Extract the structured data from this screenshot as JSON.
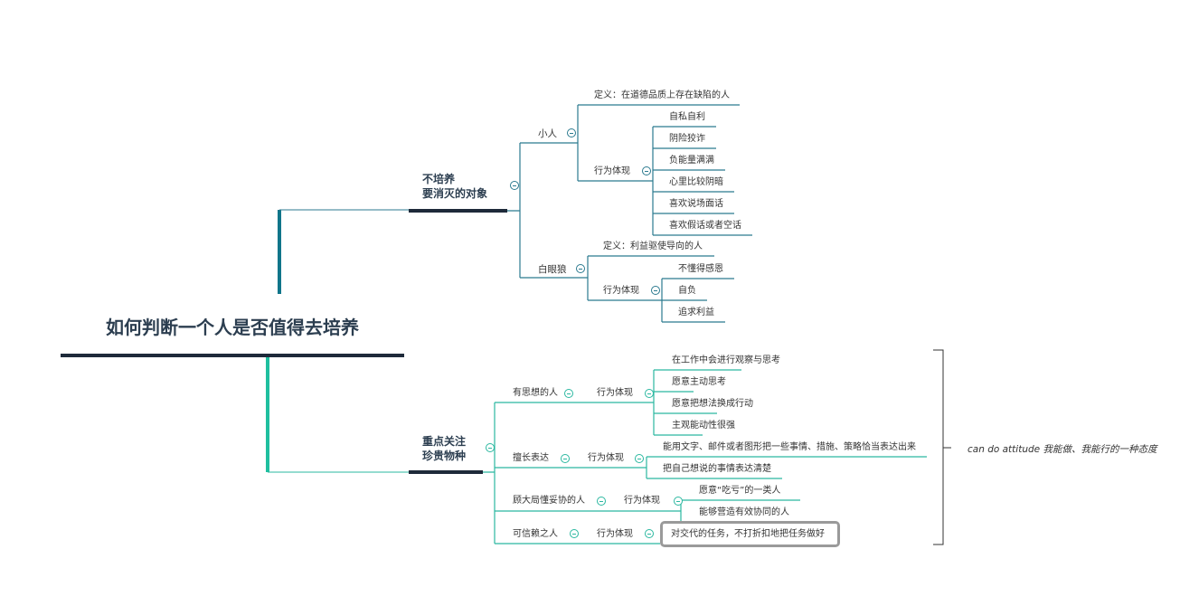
{
  "root": "如何判断一个人是否值得去培养",
  "branch_top": {
    "title_line1": "不培养",
    "title_line2": "要消灭的对象",
    "xiaoren": {
      "label": "小人",
      "definition": "定义：在道德品质上存在缺陷的人",
      "behavior_label": "行为体现",
      "behaviors": [
        "自私自利",
        "阴险狡诈",
        "负能量满满",
        "心里比较阴暗",
        "喜欢说场面话",
        "喜欢假话或者空话"
      ]
    },
    "baiyanlang": {
      "label": "白眼狼",
      "definition": "定义：利益驱使导向的人",
      "behavior_label": "行为体现",
      "behaviors": [
        "不懂得感恩",
        "自负",
        "追求利益"
      ]
    }
  },
  "branch_bottom": {
    "title_line1": "重点关注",
    "title_line2": "珍贵物种",
    "thinker": {
      "label": "有思想的人",
      "behavior_label": "行为体现",
      "behaviors": [
        "在工作中会进行观察与思考",
        "愿意主动思考",
        "愿意把想法换成行动",
        "主观能动性很强"
      ]
    },
    "expresser": {
      "label": "擅长表达",
      "behavior_label": "行为体现",
      "behaviors": [
        "能用文字、邮件或者图形把一些事情、措施、策略恰当表达出来",
        "把自己想说的事情表达清楚"
      ]
    },
    "team": {
      "label": "顾大局懂妥协的人",
      "behavior_label": "行为体现",
      "behaviors": [
        "愿意“吃亏”的一类人",
        "能够营造有效协同的人"
      ]
    },
    "trust": {
      "label": "可信赖之人",
      "behavior_label": "行为体现",
      "behaviors": [
        "对交代的任务，不打折扣地把任务做好"
      ]
    },
    "summary": "can do attitude 我能做、我能行的一种态度"
  },
  "colors": {
    "top_branch": "#10758a",
    "bottom_branch": "#1fbf9f",
    "dark": "#1e2a3a",
    "highlight_border": "#9a9a9a"
  }
}
